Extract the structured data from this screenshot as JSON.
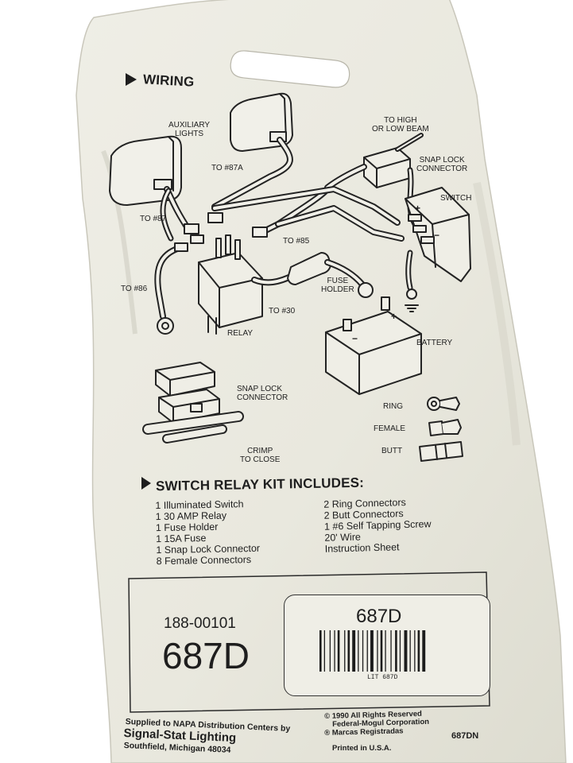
{
  "wiring": {
    "heading": "WIRING",
    "labels": {
      "auxiliary_lights": "AUXILIARY\nLIGHTS",
      "to_87a": "TO #87A",
      "to_high_low": "TO HIGH\nOR LOW BEAM",
      "snap_lock_top": "SNAP LOCK\nCONNECTOR",
      "switch": "SWITCH",
      "to_87": "TO #87",
      "to_85": "TO #85",
      "to_86": "TO #86",
      "fuse_holder": "FUSE\nHOLDER",
      "to_30": "TO #30",
      "relay": "RELAY",
      "battery": "BATTERY",
      "snap_lock_bottom": "SNAP LOCK\nCONNECTOR",
      "crimp": "CRIMP\nTO CLOSE",
      "ring": "RING",
      "female": "FEMALE",
      "butt": "BUTT"
    }
  },
  "kit": {
    "heading": "SWITCH RELAY KIT INCLUDES:",
    "left_items": [
      "1 Illuminated Switch",
      "1 30 AMP Relay",
      "1 Fuse Holder",
      "1 15A Fuse",
      "1 Snap Lock Connector",
      "8 Female Connectors"
    ],
    "right_items": [
      "2 Ring Connectors",
      "2 Butt Connectors",
      "1 #6 Self Tapping Screw",
      "20' Wire",
      "Instruction Sheet"
    ]
  },
  "part": {
    "number_small": "188-00101",
    "number_large": "687D",
    "barcode_title": "687D",
    "barcode_caption": "LIT 687D"
  },
  "footer": {
    "supplied": "Supplied to NAPA Distribution Centers by",
    "brand": "Signal-Stat Lighting",
    "city": "Southfield, Michigan 48034",
    "copyright": "© 1990 All Rights Reserved",
    "corp": "Federal-Mogul Corporation",
    "marcas": "® Marcas Registradas",
    "printed": "Printed in U.S.A.",
    "code": "687DN"
  },
  "colors": {
    "card": "#ecebe2",
    "ink": "#1e1e1e"
  }
}
